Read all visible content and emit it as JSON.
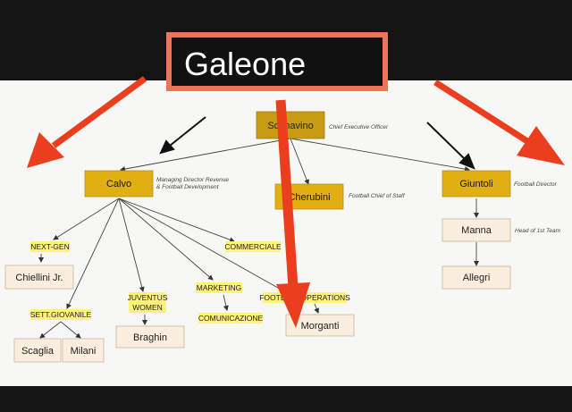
{
  "banner": {
    "text": "Galeone"
  },
  "colors": {
    "gold": "#d9a90f",
    "gold_dark": "#c19412",
    "cream": "#fbeede",
    "highlight": "#fff27a",
    "arrow_red": "#ea3e1e",
    "frame_orange": "#ee7459"
  },
  "org": {
    "ceo": {
      "name": "Scanavino",
      "role": "Chief Executive Officer"
    },
    "calvo": {
      "name": "Calvo",
      "role_line1": "Managing Director Revenue",
      "role_line2": "& Football Development"
    },
    "cherubini": {
      "name": "Cherubini",
      "role": "Football Chief of Staff"
    },
    "giuntoli": {
      "name": "Giuntoli",
      "role": "Football Director"
    },
    "manna": {
      "name": "Manna",
      "role": "Head of 1st Team"
    },
    "allegri": {
      "name": "Allegri"
    },
    "chiellini": {
      "name": "Chiellini Jr."
    },
    "scaglia": {
      "name": "Scaglia"
    },
    "milani": {
      "name": "Milani"
    },
    "braghin": {
      "name": "Braghin"
    },
    "morganti": {
      "name": "Morganti"
    }
  },
  "departments": {
    "next_gen": "NEXT-GEN",
    "sett_giovanile": "SETT.GIOVANILE",
    "juventus_women_line1": "JUVENTUS",
    "juventus_women_line2": "WOMEN",
    "marketing": "MARKETING",
    "comunicazione": "COMUNICAZIONE",
    "commerciale": "COMMERCIALE",
    "football_operations": "FOOTBALL OPERATIONS"
  }
}
